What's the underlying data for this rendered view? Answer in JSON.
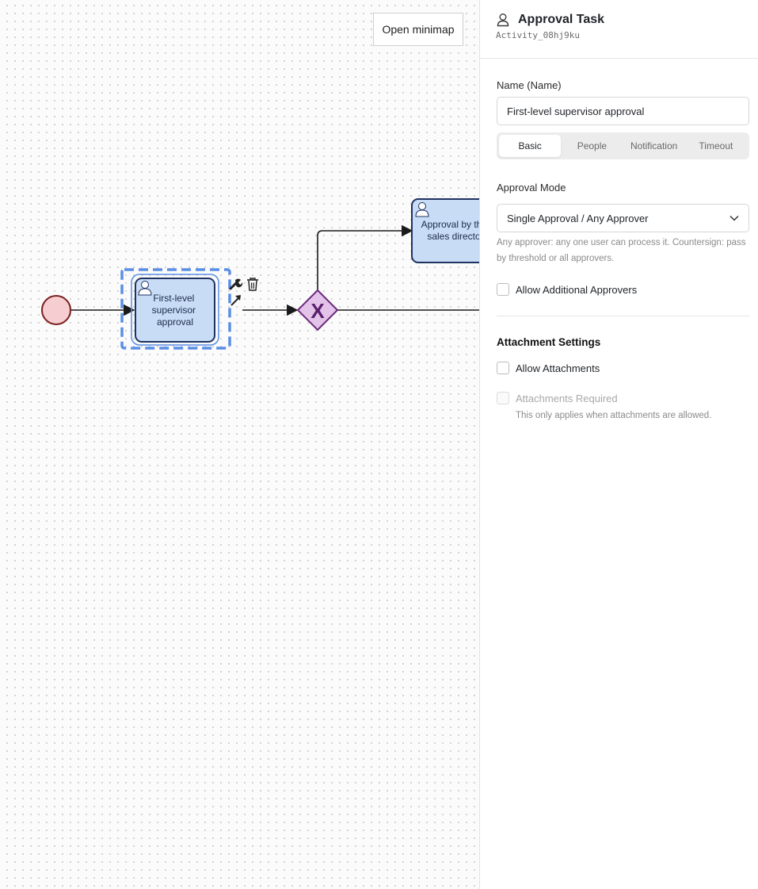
{
  "canvas": {
    "minimap_button": "Open minimap",
    "tasks": {
      "first_level": [
        "First-level",
        "supervisor",
        "approval"
      ],
      "sales_director": [
        "Approval by the",
        "sales director"
      ]
    },
    "gateway_symbol": "X",
    "context_icons": [
      "wrench-icon",
      "trash-icon",
      "connect-arrow-icon"
    ]
  },
  "panel": {
    "header": {
      "icon": "user-icon",
      "title": "Approval Task",
      "element_id": "Activity_08hj9ku"
    },
    "name_label": "Name (Name)",
    "name_value": "First-level supervisor approval",
    "tabs": [
      {
        "label": "Basic",
        "active": true
      },
      {
        "label": "People",
        "active": false
      },
      {
        "label": "Notification",
        "active": false
      },
      {
        "label": "Timeout",
        "active": false
      }
    ],
    "approval_mode": {
      "label": "Approval Mode",
      "selected": "Single Approval / Any Approver",
      "help": "Any approver: any one user can process it. Countersign: pass by threshold or all approvers."
    },
    "allow_additional_approvers": {
      "label": "Allow Additional Approvers",
      "checked": false
    },
    "attachment_settings": {
      "title": "Attachment Settings",
      "allow_attachments": {
        "label": "Allow Attachments",
        "checked": false
      },
      "attachments_required": {
        "label": "Attachments Required",
        "checked": false,
        "disabled": true
      },
      "help": "This only applies when attachments are allowed."
    }
  },
  "colors": {
    "task_fill": "#c8dcf6",
    "task_stroke": "#1f3260",
    "selection": "#5b8ee6",
    "start_fill": "#f6cdd0",
    "start_stroke": "#7a1f1f",
    "gateway_fill": "#e3c3ea",
    "gateway_stroke": "#6b2a7a"
  }
}
